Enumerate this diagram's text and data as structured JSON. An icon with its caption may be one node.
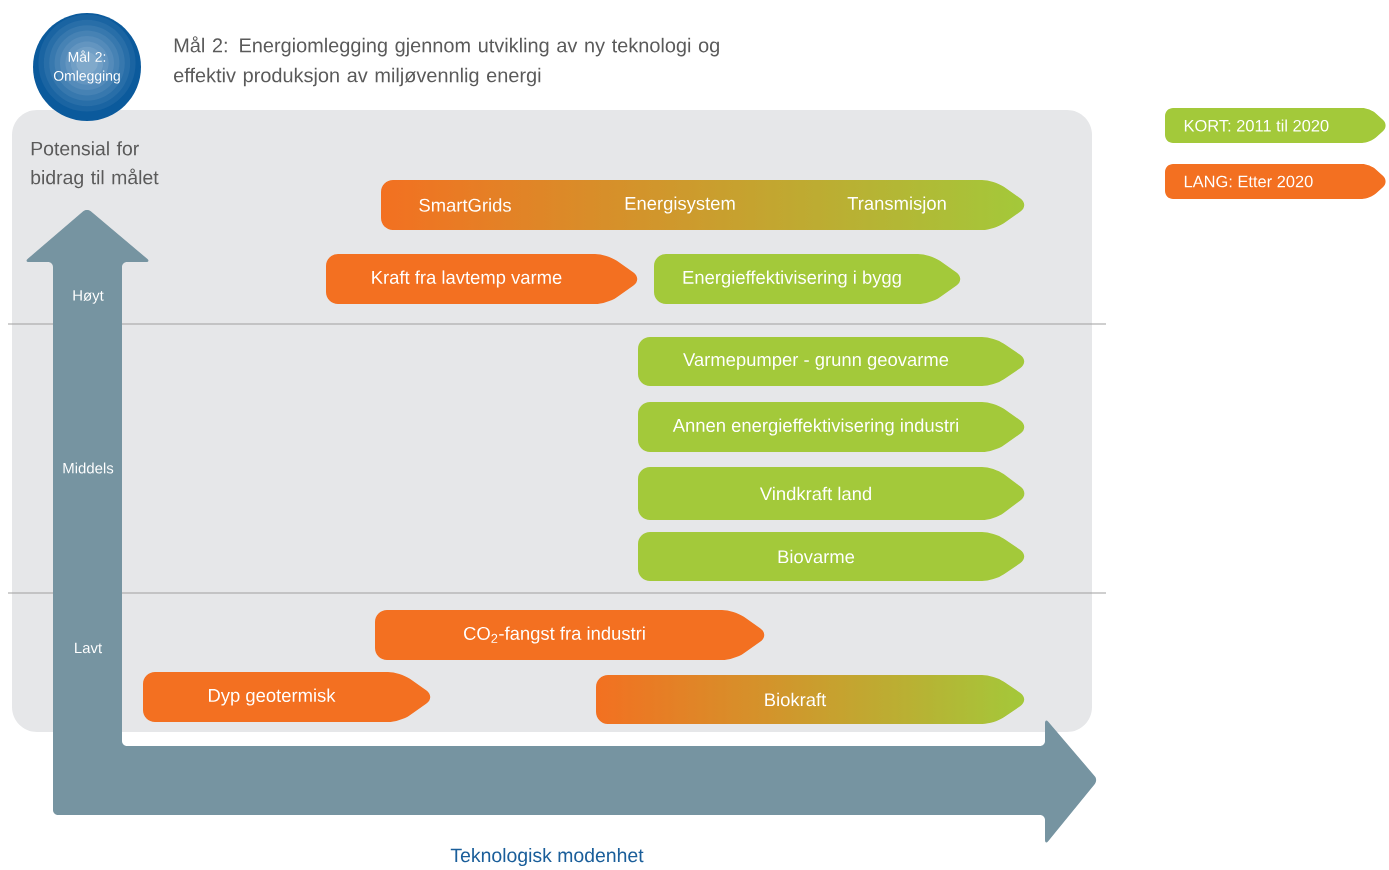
{
  "diagram": {
    "title": "Mål 2: Energiomlegging gjennom utvikling av ny teknologi og effektiv produksjon av miljøvennlig energi",
    "nodes": [
      {
        "text": [
          "Mål 2: Omlegging"
        ]
      },
      {
        "text": [
          "SmartGrids",
          "Energisystem",
          "Transmisjon"
        ]
      },
      {
        "text": [
          "Kraft fra lavtemp varme"
        ]
      },
      {
        "text": [
          "Energieffektivisering i bygg"
        ]
      },
      {
        "text": [
          "Varmepumper - grunn geovarme"
        ]
      },
      {
        "text": [
          "Annen energieffektivisering industri"
        ]
      },
      {
        "text": [
          "Vindkraft land"
        ]
      },
      {
        "text": [
          "Biovarme"
        ]
      },
      {
        "text": [
          "CO$_{2}$-fangst fra industri"
        ]
      },
      {
        "text": [
          "Dyp geotermisk"
        ]
      },
      {
        "text": [
          "Biokraft"
        ]
      }
    ],
    "labels": [
      "Potensial for bidrag til målet",
      "Høyt",
      "Middels",
      "Lavt",
      "Teknologisk modenhet"
    ],
    "legend": [
      {
        "text": "KORT: 2011 til 2020",
        "color": "#a3c93a"
      },
      {
        "text": "LANG: Etter 2020",
        "color": "#f37021"
      }
    ]
  }
}
